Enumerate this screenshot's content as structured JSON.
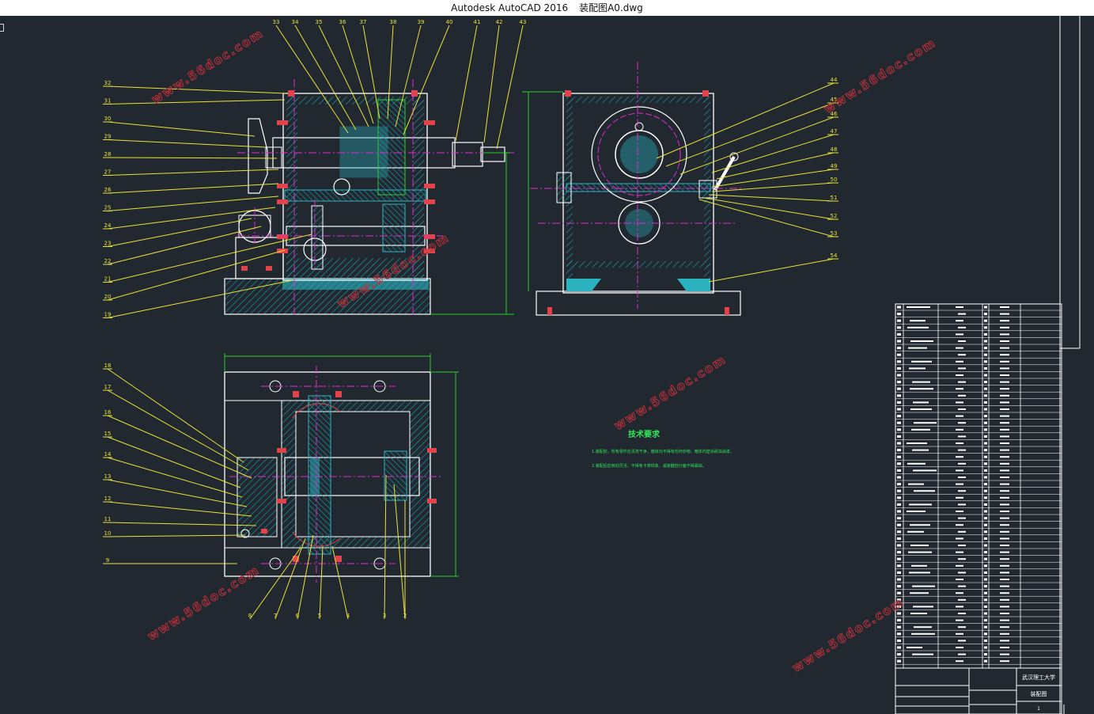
{
  "window": {
    "app_title": "Autodesk AutoCAD 2016",
    "file_name": "装配图A0.dwg"
  },
  "colors": {
    "background": "#212830",
    "outline": "#ffffff",
    "section": "#2bb3c0",
    "hatch": "#1e9aa6",
    "centerline": "#e02bd0",
    "leader": "#e8e23a",
    "dimension": "#25d12a",
    "bolt": "#e0434a",
    "watermark": "#c0303a",
    "notes": "#2fe85a"
  },
  "drawing": {
    "balloons_front": [
      "32",
      "31",
      "30",
      "29",
      "28",
      "27",
      "26",
      "25",
      "24",
      "23",
      "22",
      "21",
      "20",
      "19"
    ],
    "balloons_top_row": [
      "33",
      "34",
      "35",
      "36",
      "37",
      "38",
      "39",
      "40",
      "41",
      "42",
      "43"
    ],
    "balloons_side": [
      "44",
      "45",
      "46",
      "47",
      "48",
      "49",
      "50",
      "51",
      "52",
      "53",
      "54"
    ],
    "balloons_plan_left": [
      "18",
      "17",
      "16",
      "15",
      "14",
      "13",
      "12",
      "11",
      "10",
      "9"
    ],
    "balloons_plan_bottom": [
      "8",
      "7",
      "6",
      "5",
      "4",
      "3",
      "2",
      "1"
    ],
    "tech_notes_title": "技术要求",
    "tech_notes": [
      "1.装配前，所有零件应清洗干净，箱体内不得有任何杂物，箱体内壁涂耐油油漆。",
      "2.装配后应转动灵活，不得有卡滞现象，减速器剖分面不得漏油。"
    ],
    "watermark": "www.56doc.com"
  },
  "title_block": {
    "school": "武汉理工大学",
    "drawing_name": "装配图",
    "sheet": "1"
  }
}
